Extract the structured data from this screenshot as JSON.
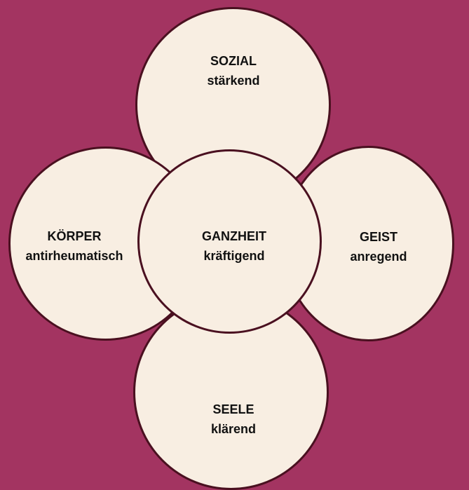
{
  "background_color": "#a33461",
  "circle_fill_color": "#f8eee2",
  "circle_border_color": "#4a1020",
  "nodes": {
    "sozial": {
      "title": "SOZIAL",
      "subtitle": "stärkend"
    },
    "geist": {
      "title": "GEIST",
      "subtitle": "anregend"
    },
    "koerper": {
      "title": "KÖRPER",
      "subtitle": "antirheumatisch"
    },
    "ganzheit": {
      "title": "GANZHEIT",
      "subtitle": "kräftigend"
    },
    "seele": {
      "title": "SEELE",
      "subtitle": "klärend"
    }
  }
}
